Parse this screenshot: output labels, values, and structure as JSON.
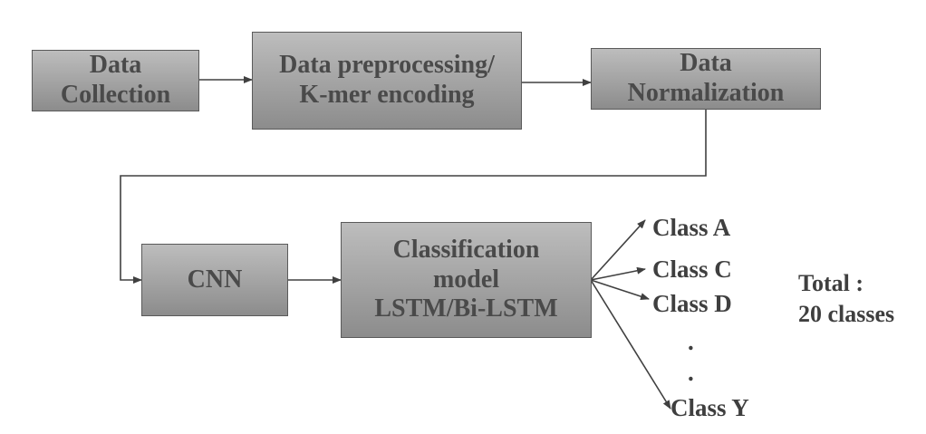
{
  "boxes": {
    "data_collection": [
      "Data",
      "Collection"
    ],
    "preprocessing": [
      "Data preprocessing/",
      "K-mer encoding"
    ],
    "normalization": [
      "Data",
      "Normalization"
    ],
    "cnn": [
      "CNN"
    ],
    "classification": [
      "Classification",
      "model",
      "LSTM/Bi-LSTM"
    ]
  },
  "classes": [
    "Class A",
    "Class C",
    "Class D",
    ".",
    ".",
    "Class Y"
  ],
  "total": [
    "Total :",
    "20 classes"
  ],
  "colors": {
    "box_top": "#bdbdbd",
    "box_bottom": "#8c8c8c",
    "text": "#4a4a4a",
    "line": "#404040"
  }
}
